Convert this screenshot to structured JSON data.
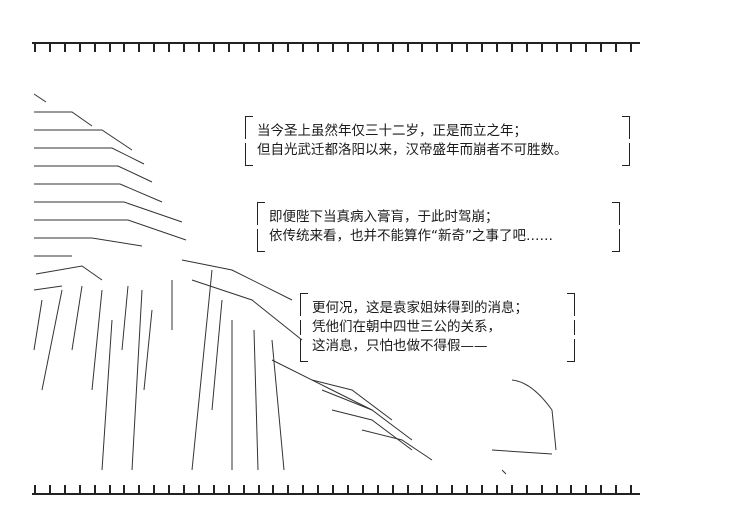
{
  "box1": {
    "lines": [
      "当今圣上虽然年仅三十二岁，正是而立之年；",
      "但自光武迁都洛阳以来，汉帝盛年而崩者不可胜数。"
    ]
  },
  "box2": {
    "lines": [
      "即便陛下当真病入膏肓，于此时驾崩；",
      "依传统来看，也并不能算作“新奇”之事了吧……"
    ]
  },
  "box3": {
    "lines": [
      "更何况，这是袁家姐妹得到的消息；",
      "凭他们在朝中四世三公的关系，",
      "这消息，只怕也做不得假——"
    ]
  }
}
